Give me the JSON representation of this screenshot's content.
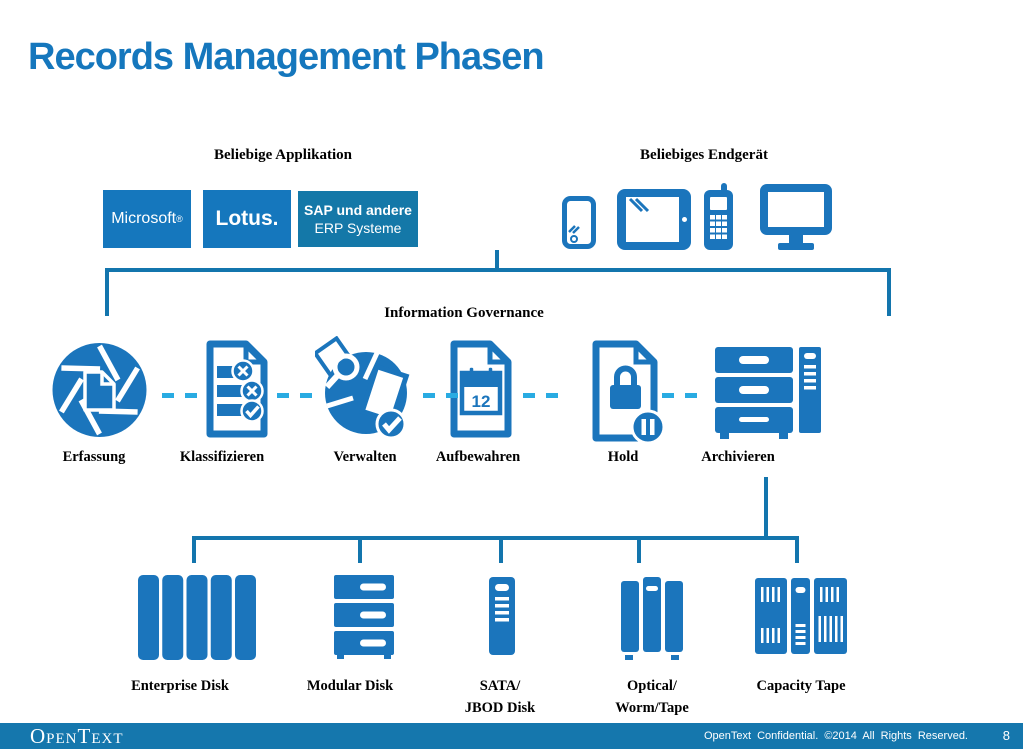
{
  "title": "Records Management Phasen",
  "applications": {
    "heading": "Beliebige Applikation",
    "microsoft": "Microsoft",
    "microsoft_reg": "®",
    "lotus": "Lotus.",
    "sap_line1": "SAP und andere",
    "sap_line2": "ERP Systeme"
  },
  "devices": {
    "heading": "Beliebiges Endgerät",
    "icons": [
      "smartphone",
      "tablet",
      "mobile-phone",
      "desktop-monitor"
    ]
  },
  "governance": {
    "heading": "Information Governance",
    "phases": [
      {
        "label": "Erfassung",
        "icon": "aperture-capture"
      },
      {
        "label": "Klassifizieren",
        "icon": "classify-checklist"
      },
      {
        "label": "Verwalten",
        "icon": "manage-cycle"
      },
      {
        "label": "Aufbewahren",
        "icon": "retention-calendar"
      },
      {
        "label": "Hold",
        "icon": "hold-lock-pause"
      },
      {
        "label": "Archivieren",
        "icon": "archive-server"
      }
    ]
  },
  "calendar_day": "12",
  "storage": [
    {
      "line1": "Enterprise Disk",
      "line2": "",
      "icon": "enterprise-disk"
    },
    {
      "line1": "Modular Disk",
      "line2": "",
      "icon": "modular-disk"
    },
    {
      "line1": "SATA/",
      "line2": "JBOD Disk",
      "icon": "sata-jbod-disk"
    },
    {
      "line1": "Optical/",
      "line2": "Worm/Tape",
      "icon": "optical-worm-tape"
    },
    {
      "line1": "Capacity Tape",
      "line2": "",
      "icon": "capacity-tape"
    }
  ],
  "footer": {
    "logo": "OpenText",
    "confidential": "OpenText Confidential. ©2014 All Rights Reserved.",
    "page": "8"
  },
  "colors": {
    "title_blue": "#1577bd",
    "box_blue": "#1577bd",
    "sap_box_blue": "#1478a8",
    "icon_blue": "#1b75bc",
    "connector_blue": "#1375ad",
    "dash_cyan": "#29abe2",
    "footer_bar_blue": "#1577ad"
  }
}
